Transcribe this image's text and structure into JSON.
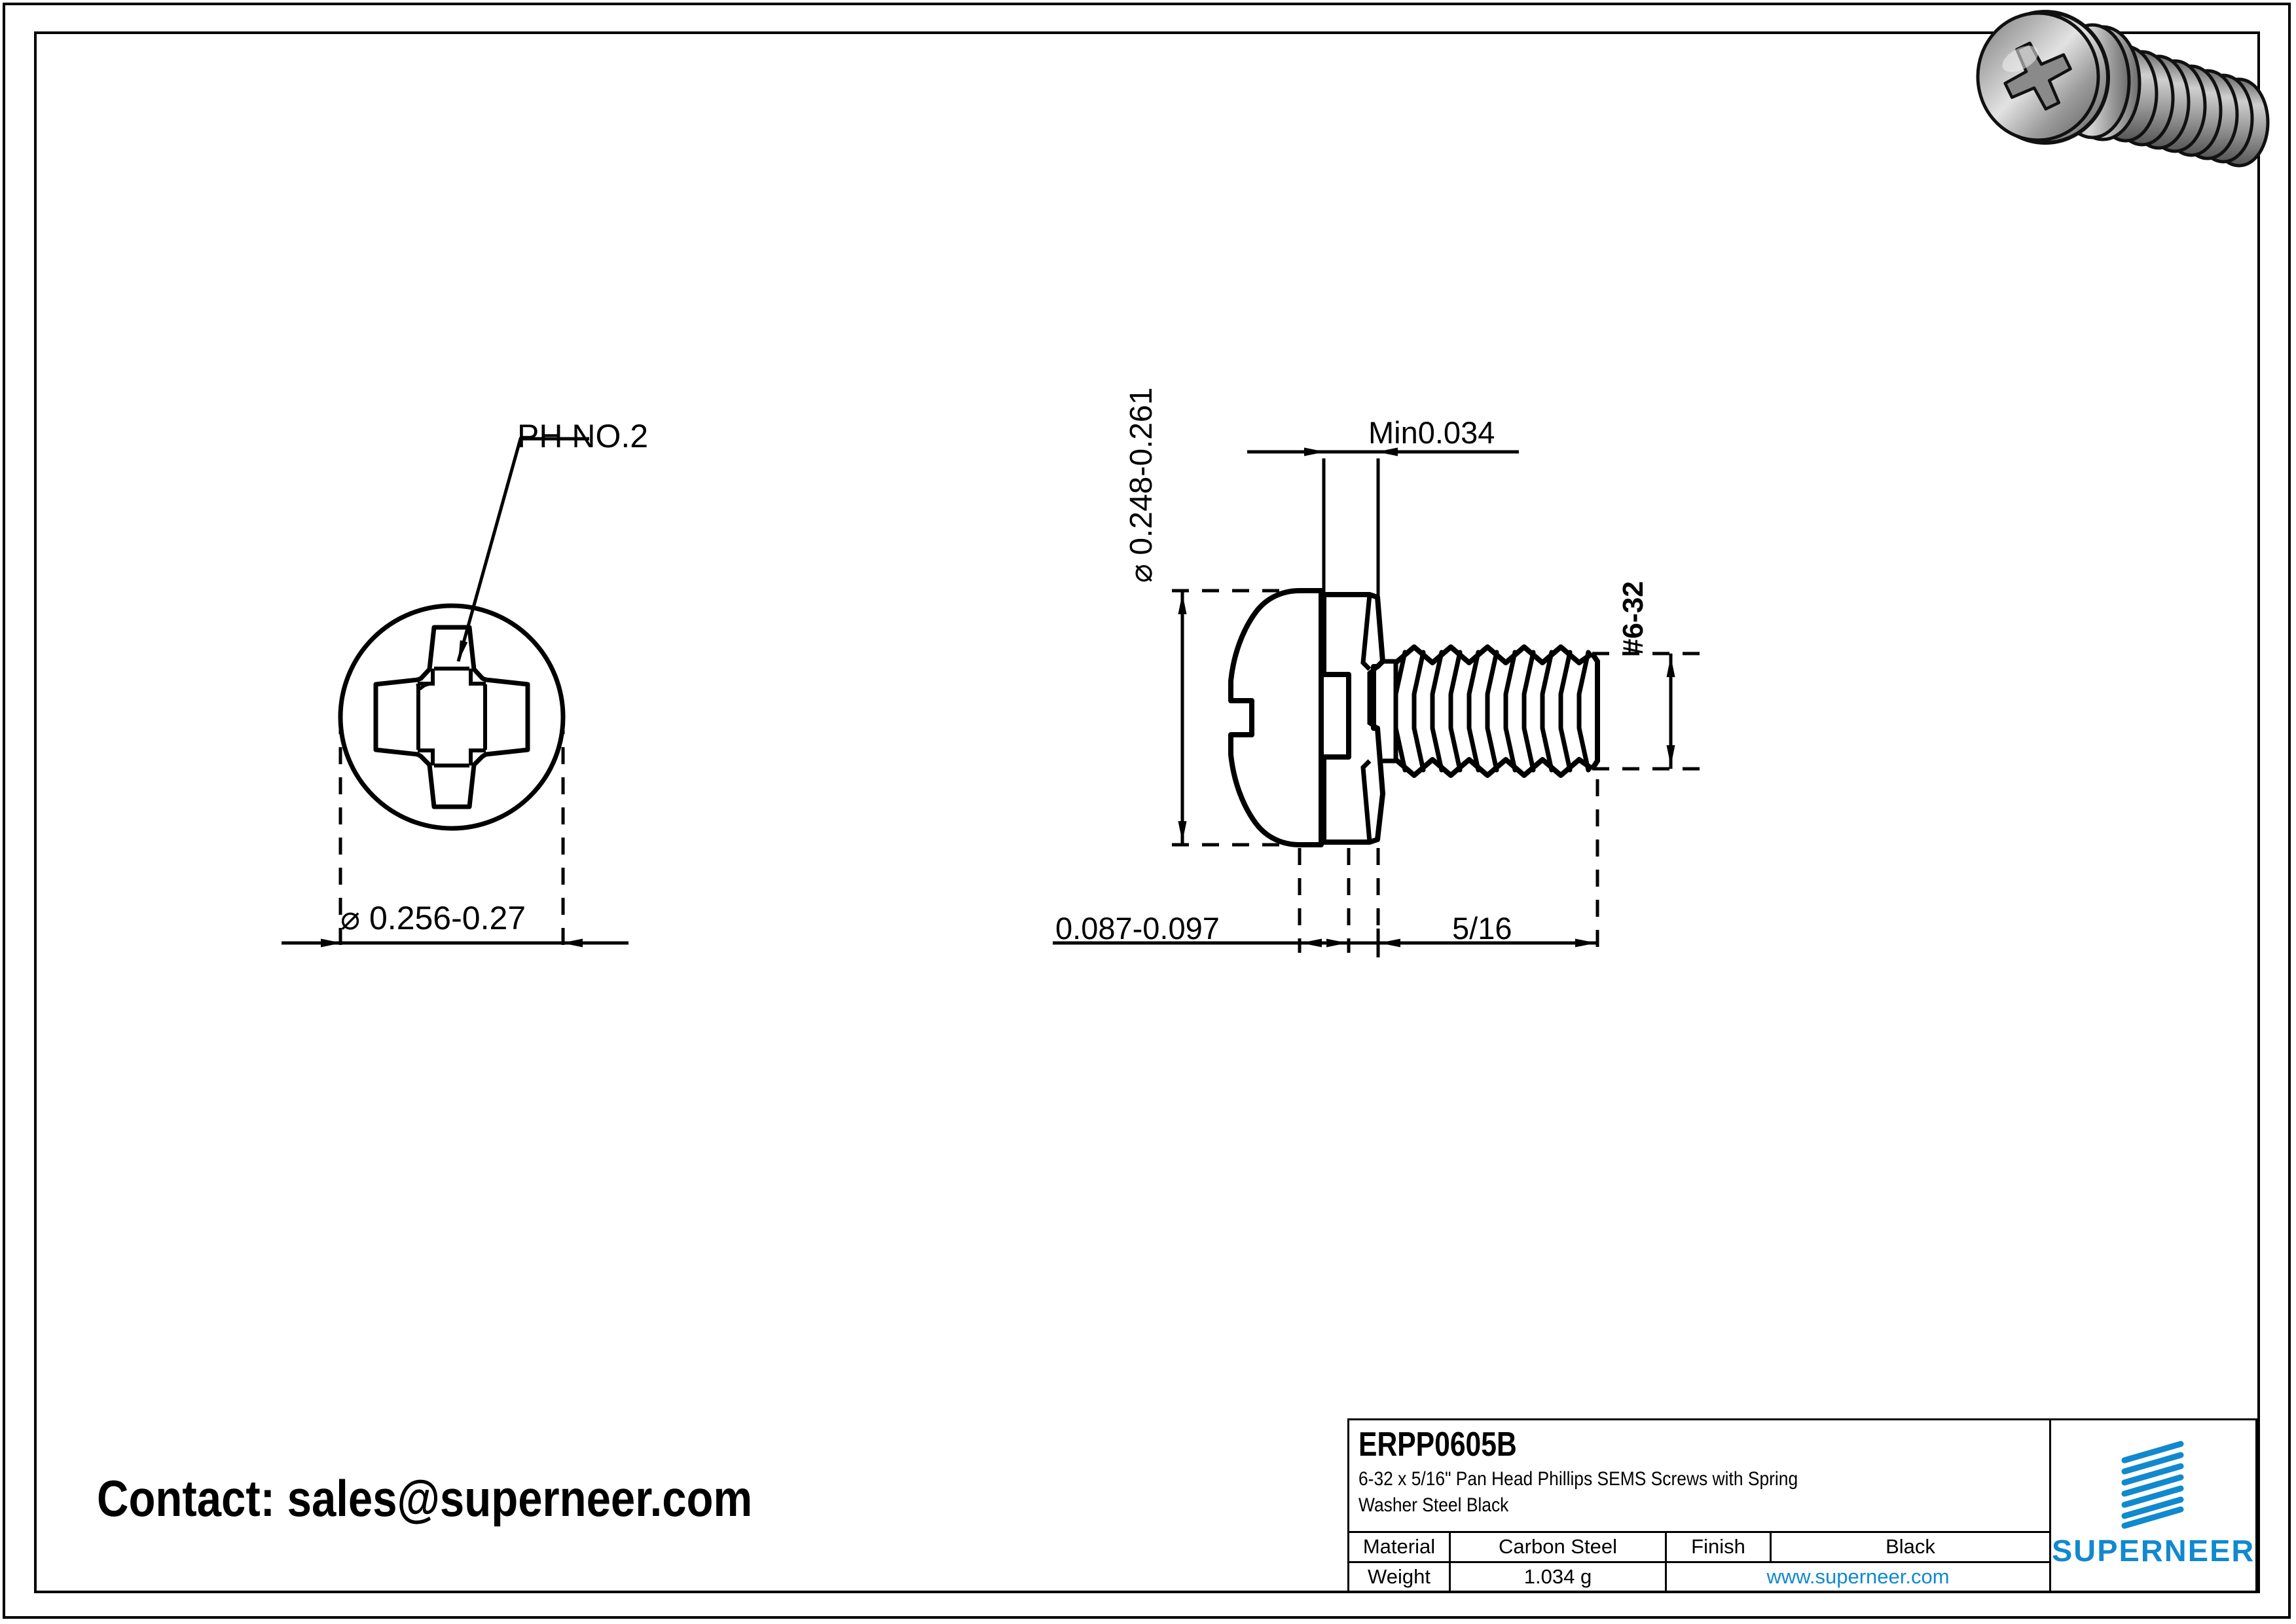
{
  "sheet": {
    "contact": "Contact: sales@superneer.com"
  },
  "front_view": {
    "recess_callout": "PH NO.2",
    "head_diameter": "⌀ 0.256-0.27"
  },
  "side_view": {
    "washer_thickness": "Min0.034",
    "head_diameter": "⌀ 0.248-0.261",
    "thread_size": "#6-32",
    "head_height": "0.087-0.097",
    "shank_length": "5/16"
  },
  "title_block": {
    "part_number": "ERPP0605B",
    "description_line1": "6-32 x 5/16\" Pan Head Phillips SEMS Screws with Spring",
    "description_line2": "Washer Steel Black",
    "material_label": "Material",
    "material_value": "Carbon Steel",
    "finish_label": "Finish",
    "finish_value": "Black",
    "weight_label": "Weight",
    "weight_value": "1.034 g",
    "website": "www.superneer.com",
    "brand": "SUPERNEER",
    "brand_color": "#1089CE"
  }
}
